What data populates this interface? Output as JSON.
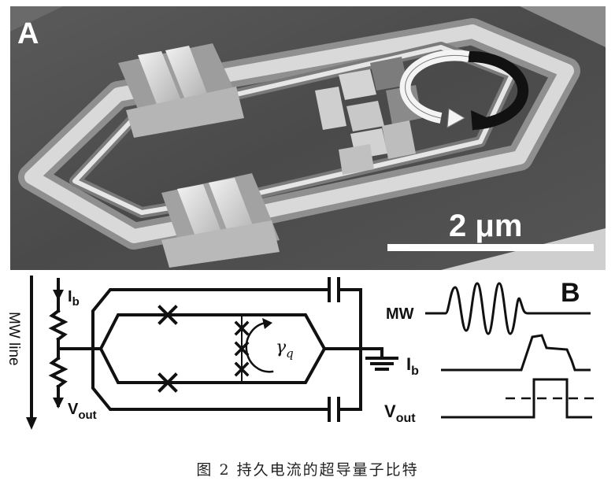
{
  "panel_a": {
    "label": "A",
    "scale_bar_text": "2 μm"
  },
  "panel_b": {
    "label": "B",
    "mw_line_label": "MW line",
    "ib_main": "I",
    "ib_sub": "b",
    "vout_main": "V",
    "vout_sub": "out",
    "gamma_main": "γ",
    "gamma_sub": "q",
    "trace_mw_label": "MW",
    "trace_ib_main": "I",
    "trace_ib_sub": "b",
    "trace_vout_main": "V",
    "trace_vout_sub": "out"
  },
  "caption": "图 2  持久电流的超导量子比特"
}
